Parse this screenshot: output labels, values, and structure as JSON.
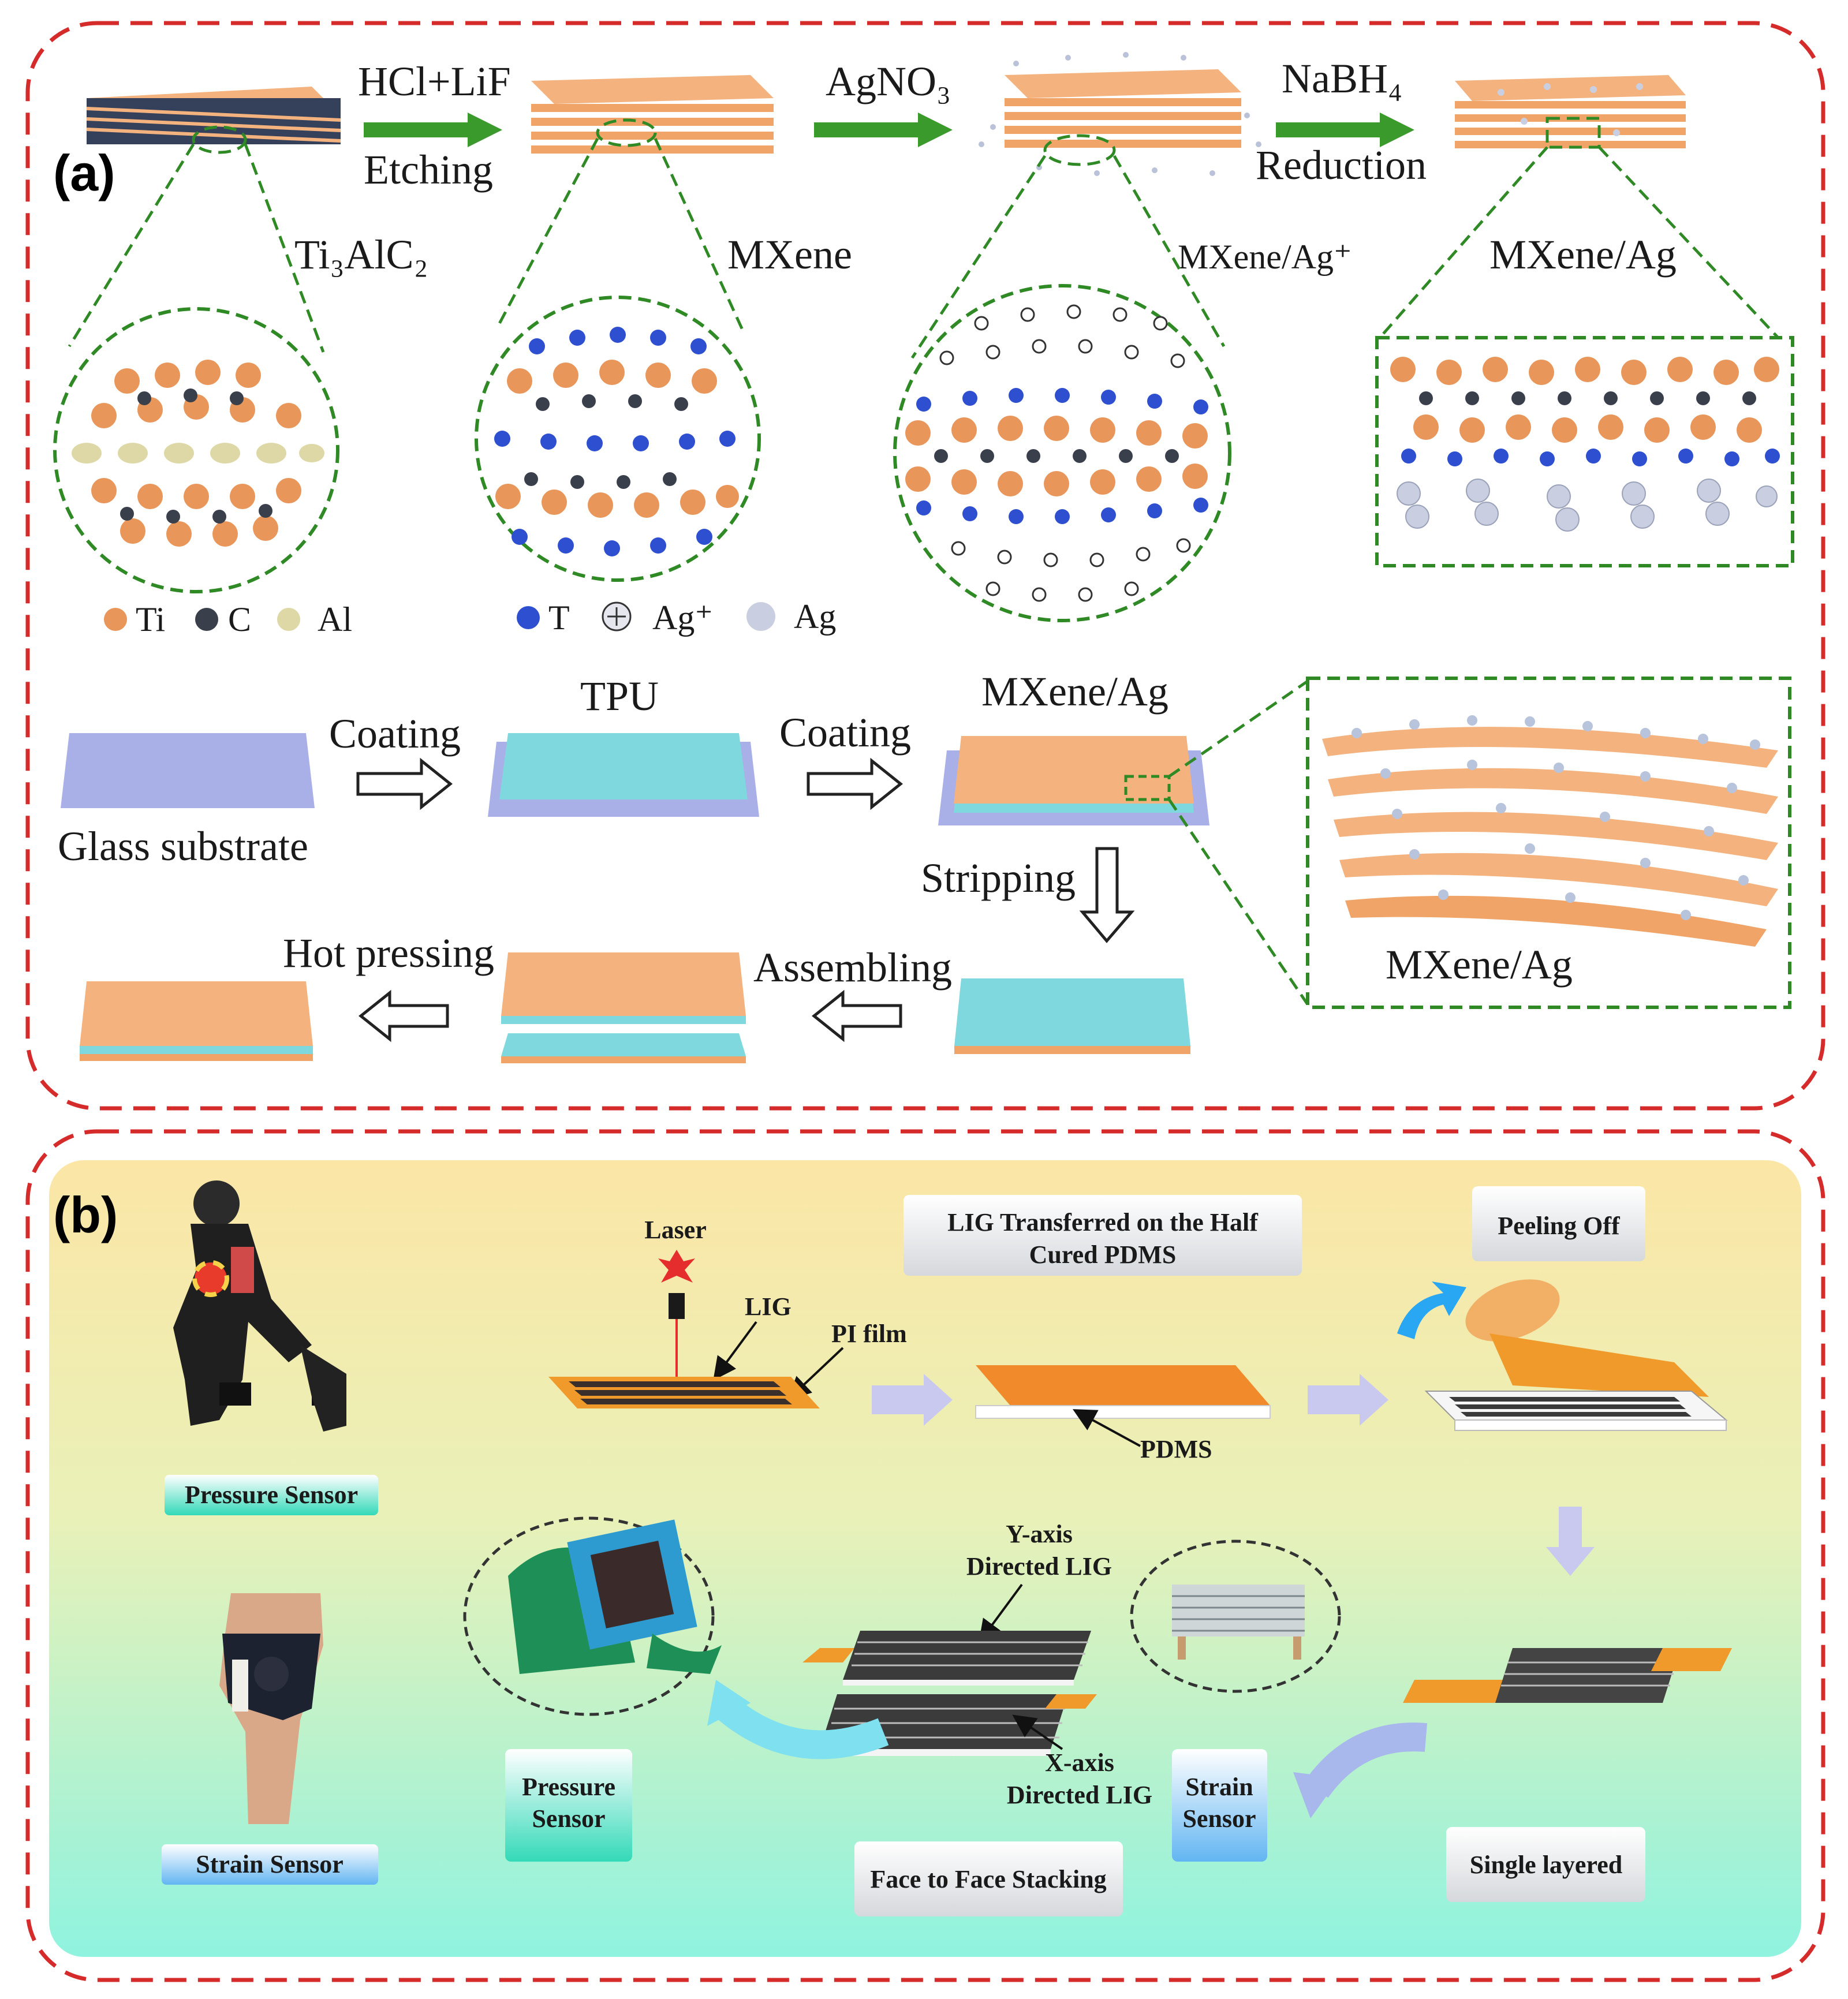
{
  "panel_a": {
    "letter": "(a)",
    "steps": [
      {
        "reagent_top": "HCl+LiF",
        "reagent_bottom": "Etching"
      },
      {
        "reagent_top": "AgNO₃",
        "reagent_bottom": ""
      },
      {
        "reagent_top": "NaBH₄",
        "reagent_bottom": "Reduction"
      }
    ],
    "materials": [
      "Ti₃AlC₂",
      "MXene",
      "MXene/Ag⁺",
      "MXene/Ag"
    ],
    "legend_left": [
      {
        "symbol": "Ti",
        "color": "#e8965a"
      },
      {
        "symbol": "C",
        "color": "#3a3f4c"
      },
      {
        "symbol": "Al",
        "color": "#ddd8a6"
      }
    ],
    "legend_right": [
      {
        "symbol": "T",
        "color": "#2e4fd0"
      },
      {
        "symbol": "Ag⁺",
        "color": "#e6e6ee"
      },
      {
        "symbol": "Ag",
        "color": "#c9cee0"
      }
    ],
    "fab": {
      "glass_label": "Glass substrate",
      "coating1": "Coating",
      "tpu_label": "TPU",
      "coating2": "Coating",
      "mxene_ag_label": "MXene/Ag",
      "stripping": "Stripping",
      "assembling": "Assembling",
      "hot_pressing": "Hot pressing",
      "inset_label": "MXene/Ag"
    }
  },
  "panel_b": {
    "letter": "(b)",
    "laser": "Laser",
    "lig": "LIG",
    "pi_film": "PI film",
    "pdms": "PDMS",
    "transfer_box": [
      "LIG Transferred on the Half",
      "Cured PDMS"
    ],
    "peeling_off": "Peeling Off",
    "single_layered": "Single layered",
    "y_axis": [
      "Y-axis",
      "Directed LIG"
    ],
    "x_axis": [
      "X-axis",
      "Directed LIG"
    ],
    "face_to_face": "Face to Face Stacking",
    "pressure_sensor_left": "Pressure  Sensor",
    "strain_sensor_left": "Strain Sensor",
    "pressure_sensor_mid": [
      "Pressure",
      "Sensor"
    ],
    "strain_sensor_mid": [
      "Strain",
      "Sensor"
    ]
  },
  "colors": {
    "border_red": "#d62b2b",
    "mxene_orange": "#f3b27e",
    "tpu_cyan": "#7fd8de",
    "glass_lavender": "#a9b0e8",
    "green_arrow": "#3a9a2c",
    "green_dash": "#2f8a25"
  }
}
